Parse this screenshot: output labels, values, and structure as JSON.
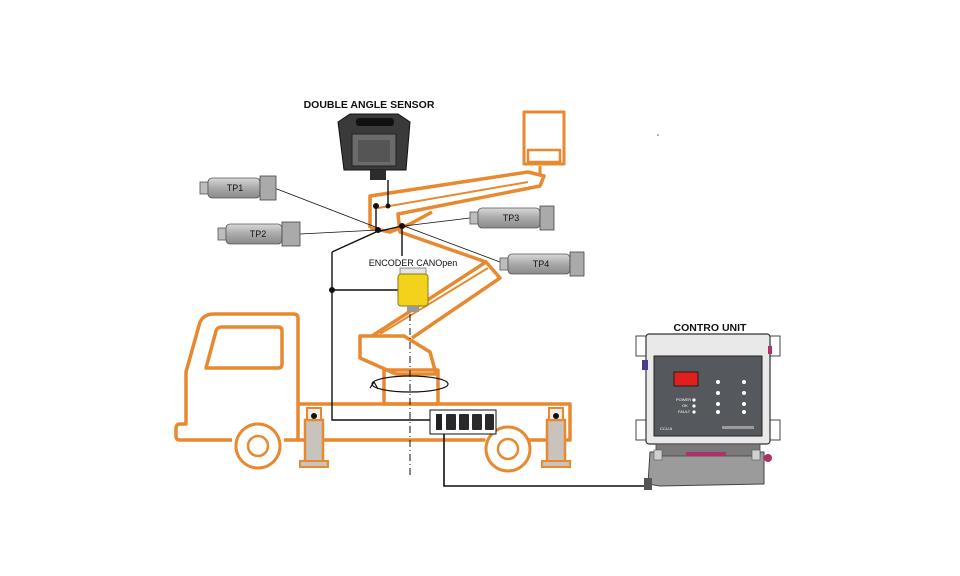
{
  "labels": {
    "double_angle_sensor": "DOUBLE ANGLE SENSOR",
    "encoder": "ENCODER CANOpen",
    "control_unit": "CONTRO UNIT",
    "tp1": "TP1",
    "tp2": "TP2",
    "tp3": "TP3",
    "tp4": "TP4",
    "panel_model": "CCU-6",
    "led_power": "POWER",
    "led_ok": "OK",
    "led_fault": "FAULT"
  },
  "colors": {
    "truck_orange": "#e8892f",
    "leg_fill": "#c9c3bd",
    "sensor_body": "#3a3a3a",
    "encoder_yellow": "#f2d21b",
    "panel_body": "#55585c",
    "display_red": "#e0201c",
    "wire": "#000000"
  }
}
